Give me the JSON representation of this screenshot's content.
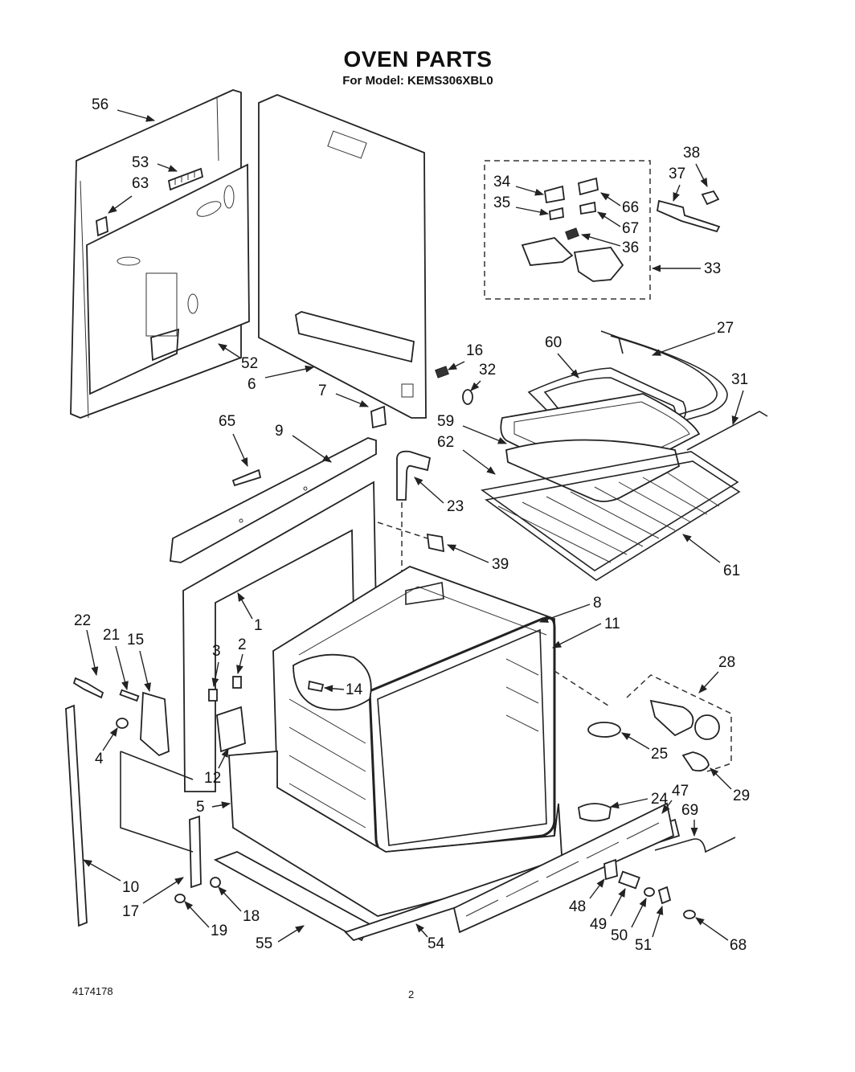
{
  "header": {
    "title": "OVEN PARTS",
    "subtitle": "For Model: KEMS306XBL0"
  },
  "footer": {
    "doc_number": "4174178",
    "page_number": "2"
  },
  "callouts": [
    "56",
    "53",
    "63",
    "52",
    "6",
    "7",
    "16",
    "32",
    "65",
    "9",
    "23",
    "39",
    "34",
    "35",
    "66",
    "67",
    "36",
    "33",
    "38",
    "37",
    "27",
    "60",
    "31",
    "59",
    "62",
    "61",
    "8",
    "11",
    "1",
    "22",
    "21",
    "15",
    "3",
    "2",
    "14",
    "4",
    "12",
    "5",
    "10",
    "17",
    "18",
    "19",
    "55",
    "54",
    "28",
    "25",
    "29",
    "24",
    "47",
    "69",
    "48",
    "49",
    "50",
    "51",
    "68"
  ]
}
